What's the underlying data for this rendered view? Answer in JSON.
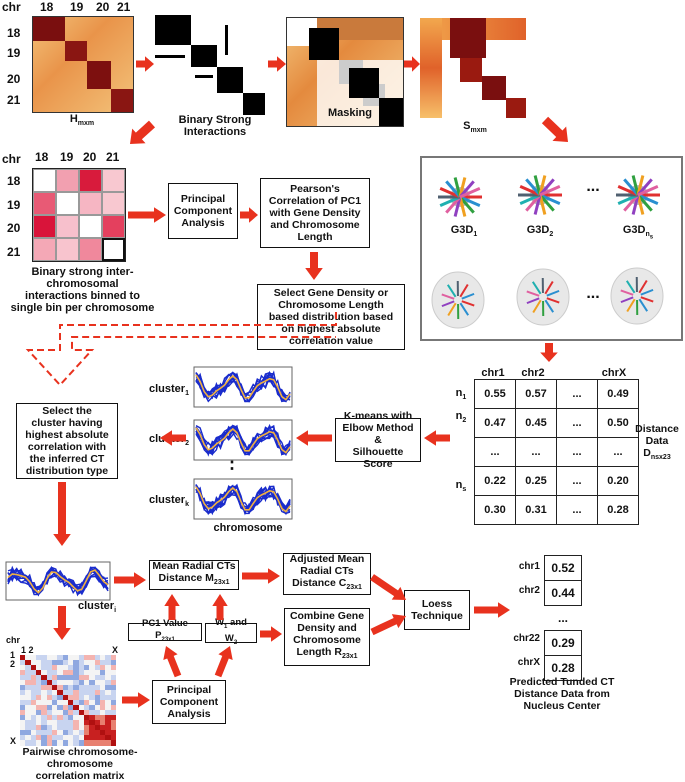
{
  "top_row": {
    "chr_label": "chr",
    "col_ticks": [
      "18",
      "19",
      "20",
      "21"
    ],
    "row_ticks": [
      "18",
      "19",
      "20",
      "21"
    ],
    "h_label": "H",
    "h_sub": "mxm",
    "binary_label": "Binary Strong\nInteractions",
    "masking_label": "Masking",
    "s_label": "S",
    "s_sub": "mxm"
  },
  "binned": {
    "chr_label": "chr",
    "col_ticks": [
      "18",
      "19",
      "20",
      "21"
    ],
    "row_ticks": [
      "18",
      "19",
      "20",
      "21"
    ],
    "caption": "Binary strong inter-chromosomal\ninteractions binned to\nsingle bin per chromosome",
    "cells": [
      [
        "#ffffff",
        "#f2a0b0",
        "#d81b3c",
        "#f8c8d0"
      ],
      [
        "#e85a75",
        "#ffffff",
        "#f6b6c3",
        "#f8c8d0"
      ],
      [
        "#d9143a",
        "#f7c0cc",
        "#ffffff",
        "#e4405e"
      ],
      [
        "#f4a8b6",
        "#f8c4ce",
        "#f0889c",
        "#ffffff"
      ]
    ]
  },
  "boxes": {
    "pca1": "Principal\nComponent\nAnalysis",
    "pearson": "Pearson's\nCorrelation of PC1\nwith Gene Density\nand Chromosome\nLength",
    "select_gene": "Select Gene Density or\nChromosome Length\nbased distribution based\non highest absolute\ncorrelation value",
    "select_cluster": "Select the\ncluster having\nhighest absolute\ncorrelation with\nthe inferred CT\ndistribution type",
    "kmeans": "K-means with\nElbow Method &\nSilhouette Score",
    "mean_radial": "Mean Radial CTs\nDistance M",
    "mean_radial_sub": "23x1",
    "adjusted": "Adjusted Mean\nRadial CTs\nDistance C",
    "adjusted_sub": "23x1",
    "pc1value": "PC1 Value P",
    "pc1value_sub": "23x1",
    "w1w2": "W",
    "combine": "Combine Gene\nDensity and\nChromosome\nLength R",
    "combine_sub": "23x1",
    "loess": "Loess\nTechnique",
    "pca2": "Principal\nComponent\nAnalysis"
  },
  "g3d": {
    "labels": [
      "G3D",
      "G3D",
      "G3D"
    ],
    "subs": [
      "1",
      "2",
      "n"
    ],
    "n_sub2": "s",
    "dots": "..."
  },
  "distance": {
    "col_headers": [
      "chr1",
      "chr2",
      "",
      "chrX"
    ],
    "row_headers": [
      "n",
      "n",
      "",
      "",
      "n"
    ],
    "row_subs": [
      "1",
      "2",
      "",
      "",
      "s"
    ],
    "rows": [
      [
        "0.55",
        "0.57",
        "...",
        "0.49"
      ],
      [
        "0.47",
        "0.45",
        "...",
        "0.50"
      ],
      [
        "...",
        "...",
        "...",
        "..."
      ],
      [
        "0.22",
        "0.25",
        "...",
        "0.20"
      ],
      [
        "0.30",
        "0.31",
        "...",
        "0.28"
      ]
    ],
    "label": "Distance Data",
    "label_sym": "D",
    "label_sub": "nsx23"
  },
  "clusters": {
    "labels": [
      "cluster",
      "cluster",
      "cluster"
    ],
    "subs": [
      "1",
      "2",
      "k"
    ],
    "axis_label": "chromosome",
    "dots": "⋮",
    "selected_label": "cluster",
    "selected_sub": "i"
  },
  "prediction": {
    "rows": [
      {
        "chr": "chr1",
        "value": "0.52"
      },
      {
        "chr": "chr2",
        "value": "0.44"
      },
      {
        "chr": "",
        "value": "..."
      },
      {
        "chr": "chr22",
        "value": "0.29"
      },
      {
        "chr": "chrX",
        "value": "0.28"
      }
    ],
    "caption": "Predicted Tunded CT\nDistance Data from\nNucleus Center"
  },
  "corr_matrix": {
    "chr_label": "chr",
    "tick_top": "1 2",
    "tick_x": "X",
    "tick_left": [
      "1",
      "2"
    ],
    "tick_bottom_left": "X",
    "caption": "Pairwise chromosome-chromosome\ncorrelation matrix"
  },
  "colors": {
    "arrow": "#e8321e",
    "heat_dark": "#6e0a0a",
    "heat_light": "#f7d08a",
    "blue": "#1a2ccc"
  }
}
